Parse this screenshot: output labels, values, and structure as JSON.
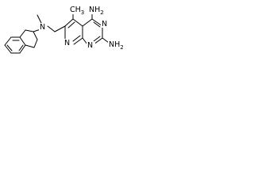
{
  "figure": {
    "kind": "chemical-structure",
    "background_color": "#ffffff",
    "line_color": "#000000"
  },
  "atoms": {
    "nh2_top": "NH",
    "nh2_top_subscript": "2",
    "nh2_right": "NH",
    "nh2_right_subscript": "2",
    "methyl": "CH",
    "methyl_subscript": "3",
    "amine_n": "N",
    "ring_n_upper": "N",
    "ring_n_lower_right": "N",
    "ring_n_lower_left": "N"
  }
}
